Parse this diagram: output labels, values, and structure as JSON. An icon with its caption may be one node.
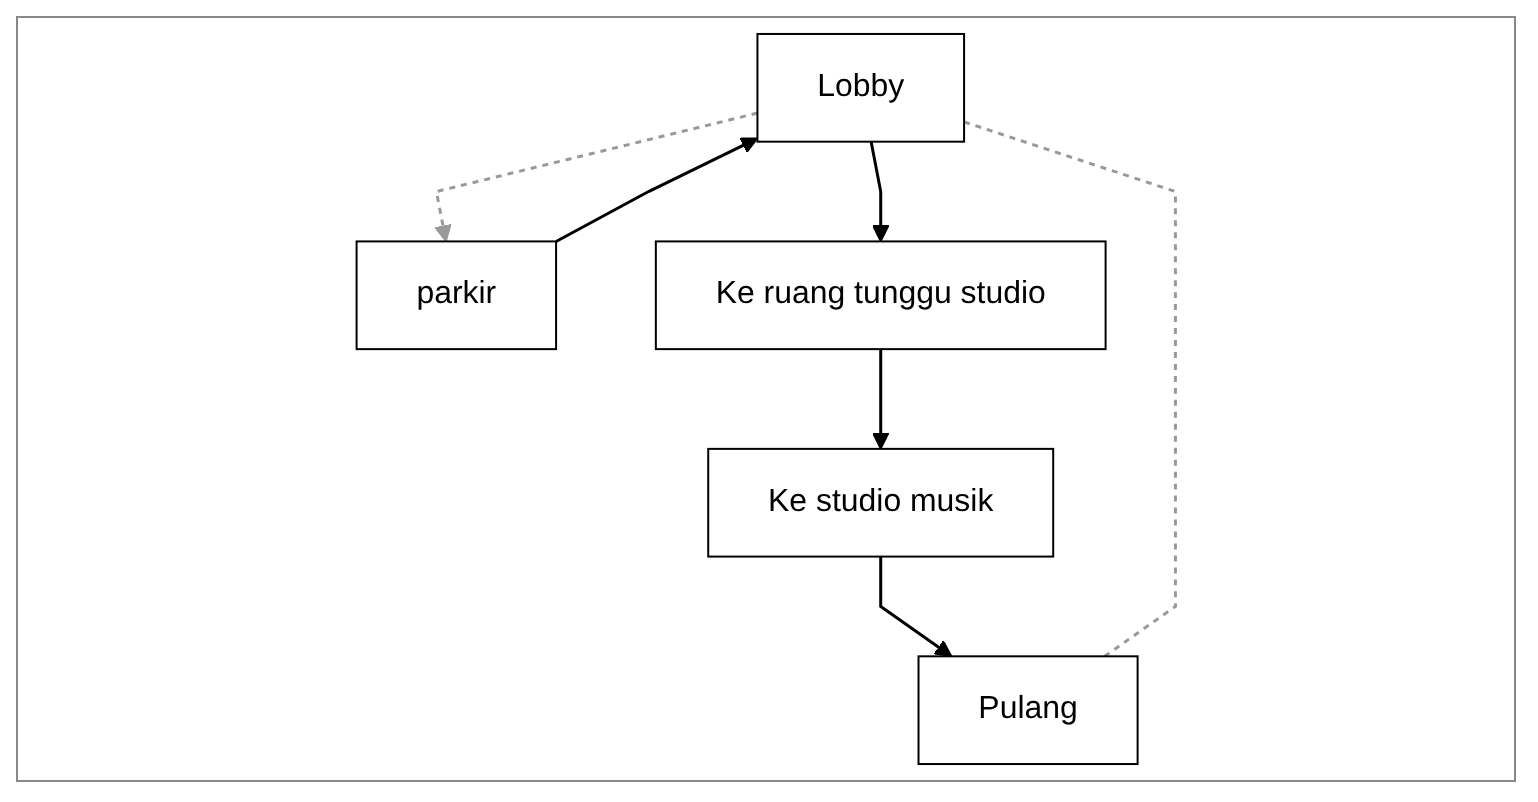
{
  "diagram": {
    "nodes": [
      {
        "text": [
          "Lobby"
        ]
      },
      {
        "text": [
          "parkir"
        ]
      },
      {
        "text": [
          "Ke ruang tunggu studio"
        ]
      },
      {
        "text": [
          "Ke studio musik"
        ]
      },
      {
        "text": [
          "Pulang"
        ]
      }
    ],
    "edges": [
      {
        "from": 1,
        "to": 0,
        "arrow": "to"
      },
      {
        "from": 0,
        "to": 1,
        "arrow": "to",
        "style": "dashed",
        "color": "#999999"
      },
      {
        "from": 0,
        "to": 2,
        "arrow": "to"
      },
      {
        "from": 2,
        "to": 3,
        "arrow": "to"
      },
      {
        "from": 3,
        "to": 4,
        "arrow": "to"
      },
      {
        "from": 4,
        "to": 0,
        "arrow": "none",
        "style": "dashed",
        "color": "#999999"
      }
    ]
  }
}
